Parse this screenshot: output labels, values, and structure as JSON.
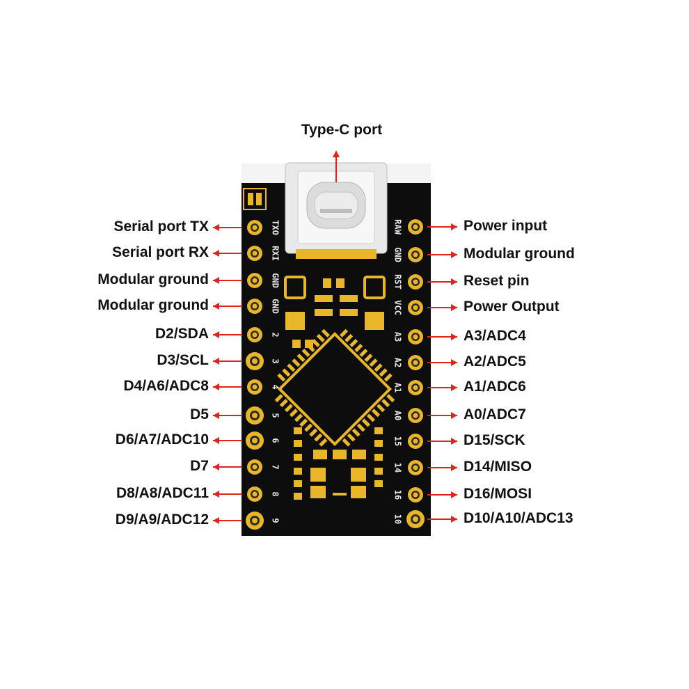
{
  "title": "Type-C port",
  "left_labels": [
    {
      "text": "Serial port TX"
    },
    {
      "text": "Serial port RX"
    },
    {
      "text": "Modular ground"
    },
    {
      "text": "Modular ground"
    },
    {
      "text": "D2/SDA"
    },
    {
      "text": "D3/SCL"
    },
    {
      "text": "D4/A6/ADC8"
    },
    {
      "text": "D5"
    },
    {
      "text": "D6/A7/ADC10"
    },
    {
      "text": "D7"
    },
    {
      "text": "D8/A8/ADC11"
    },
    {
      "text": "D9/A9/ADC12"
    }
  ],
  "right_labels": [
    {
      "text": "Power input"
    },
    {
      "text": "Modular ground"
    },
    {
      "text": "Reset pin"
    },
    {
      "text": "Power Output"
    },
    {
      "text": "A3/ADC4"
    },
    {
      "text": "A2/ADC5"
    },
    {
      "text": "A1/ADC6"
    },
    {
      "text": "A0/ADC7"
    },
    {
      "text": "D15/SCK"
    },
    {
      "text": "D14/MISO"
    },
    {
      "text": "D16/MOSI"
    },
    {
      "text": "D10/A10/ADC13"
    }
  ],
  "left_pin_silk": [
    "TXO",
    "RXI",
    "GND",
    "GND",
    "2",
    "3",
    "4",
    "5",
    "6",
    "7",
    "8",
    "9"
  ],
  "right_pin_silk": [
    "RAW",
    "GND",
    "RST",
    "VCC",
    "A3",
    "A2",
    "A1",
    "A0",
    "15",
    "14",
    "16",
    "10"
  ],
  "colors": {
    "board": "#0d0d0d",
    "pad": "#e8b628",
    "arrow": "#e0231b",
    "text": "#111111"
  }
}
